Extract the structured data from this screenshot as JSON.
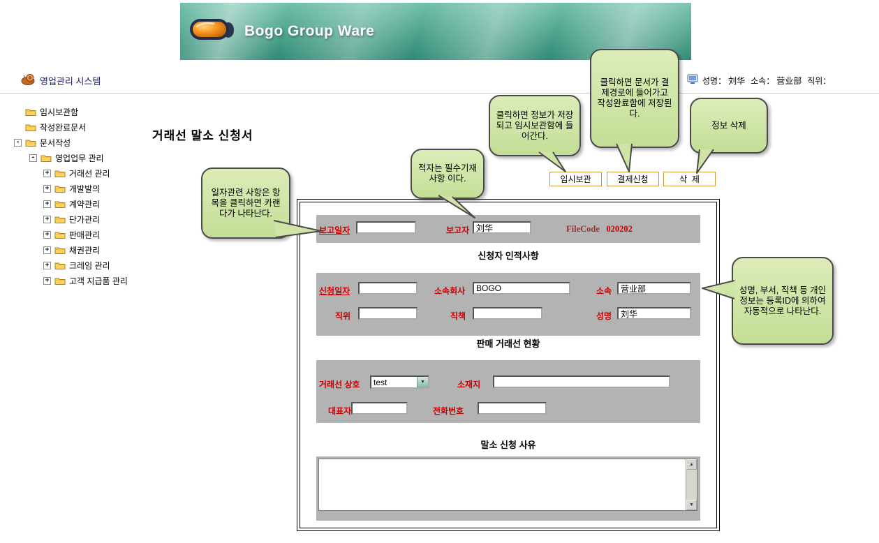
{
  "banner": {
    "title": "Bogo Group Ware"
  },
  "header": {
    "system_title": "영업관리 시스템",
    "user": {
      "name_label": "성명：",
      "name": "刘华",
      "dept_label": "소속：",
      "dept": "营业部",
      "position_label": "직위："
    }
  },
  "sidebar": {
    "items": [
      {
        "label": "임시보관함",
        "expand": ""
      },
      {
        "label": "작성완료문서",
        "expand": ""
      },
      {
        "label": "문서작성",
        "expand": "-"
      },
      {
        "label": "영업업무 관리",
        "expand": "-"
      },
      {
        "label": "거래선 관리",
        "expand": "+"
      },
      {
        "label": "개발발의",
        "expand": "+"
      },
      {
        "label": "계약관리",
        "expand": "+"
      },
      {
        "label": "단가관리",
        "expand": "+"
      },
      {
        "label": "판매관리",
        "expand": "+"
      },
      {
        "label": "채권관리",
        "expand": "+"
      },
      {
        "label": "크레임 관리",
        "expand": "+"
      },
      {
        "label": "고객 지급품 관리",
        "expand": "+"
      }
    ]
  },
  "main": {
    "page_title": "거래선 말소 신청서",
    "toolbar": {
      "temp_save": "임시보관",
      "approval": "결제신청",
      "delete": "삭  제"
    },
    "form": {
      "report_date_label": "보고일자",
      "report_date_value": "",
      "reporter_label": "보고자",
      "reporter_value": "刘华",
      "filecode_label": "FileCode",
      "filecode_value": "020202",
      "applicant_section_title": "신청자 인적사항",
      "apply_date_label": "신청일자",
      "apply_date_value": "",
      "company_label": "소속회사",
      "company_value": "BOGO",
      "dept_label": "소속",
      "dept_value": "营业部",
      "position_label": "직위",
      "position_value": "",
      "duty_label": "직책",
      "duty_value": "",
      "name_label": "성명",
      "name_value": "刘华",
      "client_section_title": "판매 거래선 현황",
      "client_label": "거래선 상호",
      "client_value": "test",
      "address_label": "소재지",
      "address_value": "",
      "ceo_label": "대표자",
      "ceo_value": "",
      "phone_label": "전화번호",
      "phone_value": "",
      "reason_section_title": "말소 신청 사유",
      "reason_value": ""
    }
  },
  "callouts": [
    {
      "text": "일자관련 사항은 항목을 클릭하면 카랜다가 나타난다."
    },
    {
      "text": "적자는 필수기재 사항 이다."
    },
    {
      "text": "클릭하면 정보가 저장되고 임시보관함에 들어간다."
    },
    {
      "text": "클릭하면 문서가 결제경로에 들어가고 작성완료함에 저장된다."
    },
    {
      "text": "정보 삭제"
    },
    {
      "text": "성명, 부서, 직책 등 개인정보는 등록ID에 의하여 자동적으로 나타난다."
    }
  ],
  "icons": {
    "select_arrow": "▼",
    "scroll_up": "▲",
    "scroll_down": "▼"
  },
  "colors": {
    "banner_teal": "#2f8a74",
    "callout_green": "#cbe3a2",
    "section_gray": "#b3b3b3",
    "required_red": "#cc0000",
    "button_border": "#c89a3c"
  }
}
